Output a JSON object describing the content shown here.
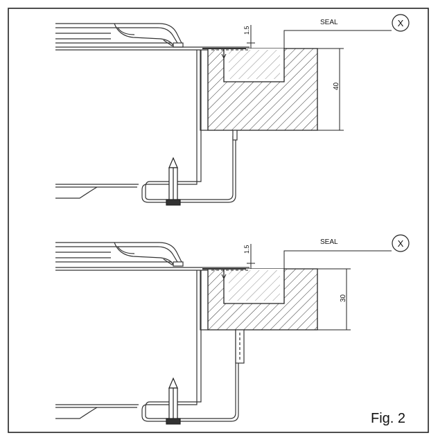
{
  "figure": {
    "caption": "Fig. 2",
    "upper": {
      "seal_label": "SEAL",
      "gap_label": "1.5",
      "thickness_label": "40",
      "callout_symbol": "X"
    },
    "lower": {
      "seal_label": "SEAL",
      "gap_label": "1.5",
      "thickness_label": "30",
      "callout_symbol": "X"
    }
  }
}
